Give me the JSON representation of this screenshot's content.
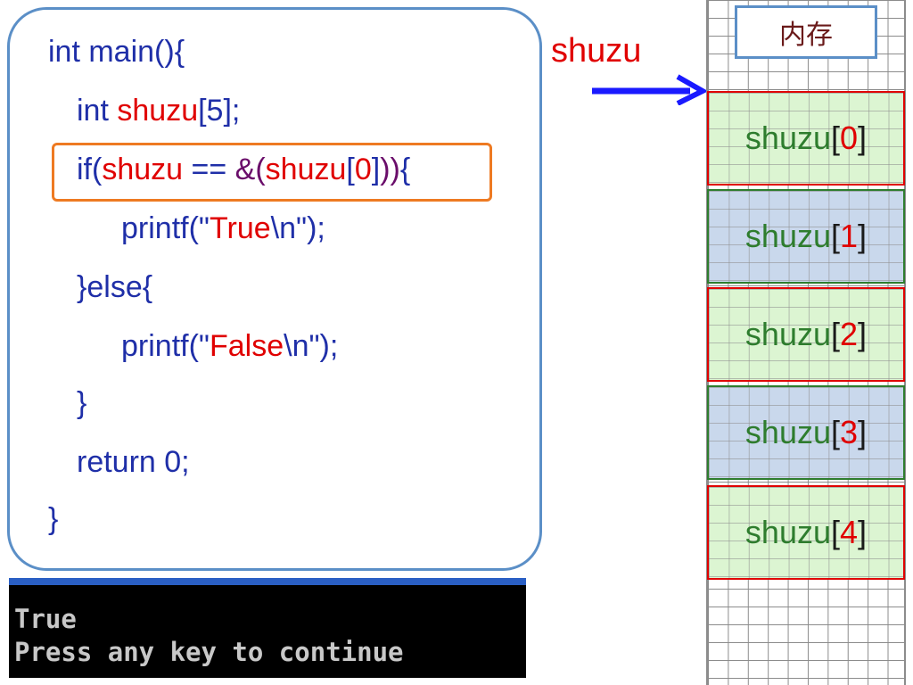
{
  "code": {
    "line1": "int main(){",
    "line2": {
      "type": "int",
      "name": "shuzu",
      "rest": "[5];"
    },
    "line3": {
      "if": "if(",
      "lhs": "shuzu",
      "op": " == ",
      "amp": "&(",
      "rhs": "shuzu",
      "idx_open": "[",
      "idx": "0",
      "idx_close": "]",
      "close": "))",
      "brace": "{"
    },
    "line4": {
      "prefix": "printf(\"",
      "word": "True",
      "suffix": "\\n\");"
    },
    "line5": "}else{",
    "line6": {
      "prefix": "printf(\"",
      "word": "False",
      "suffix": "\\n\");"
    },
    "line7": "}",
    "line8": "return 0;",
    "line9": "}"
  },
  "pointer": {
    "label": "shuzu"
  },
  "memory": {
    "title": "内存",
    "cells": [
      {
        "name": "shuzu",
        "index": "0",
        "style": "red"
      },
      {
        "name": "shuzu",
        "index": "1",
        "style": "green"
      },
      {
        "name": "shuzu",
        "index": "2",
        "style": "red"
      },
      {
        "name": "shuzu",
        "index": "3",
        "style": "green"
      },
      {
        "name": "shuzu",
        "index": "4",
        "style": "red"
      }
    ]
  },
  "console": {
    "line1": "True",
    "line2": "Press any key to continue"
  }
}
